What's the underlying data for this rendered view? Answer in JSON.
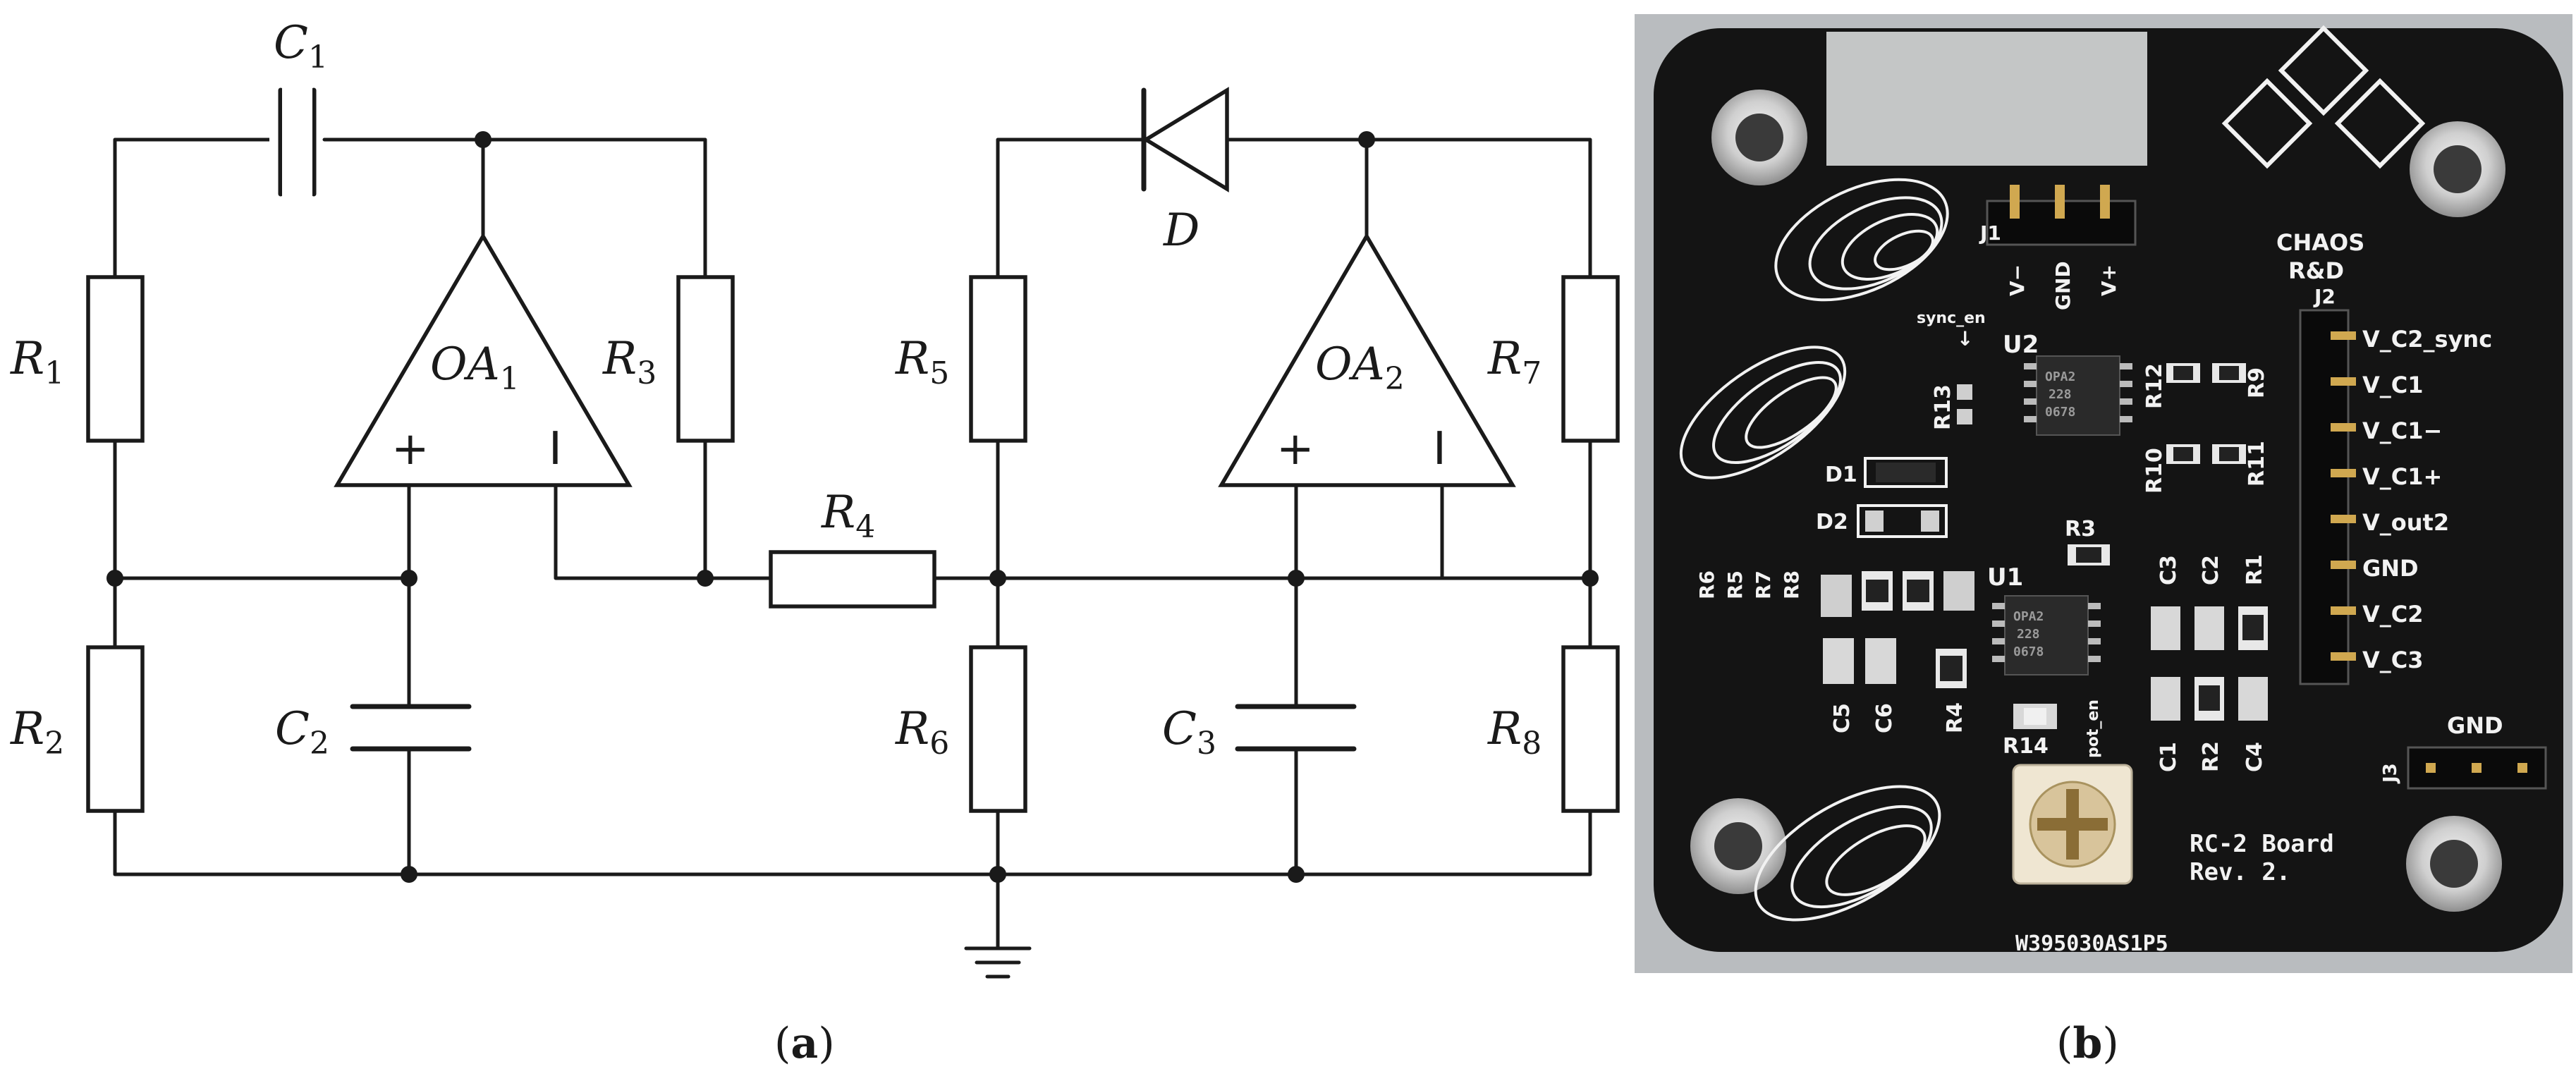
{
  "circuit": {
    "labels": {
      "C1": {
        "base": "C",
        "sub": "1"
      },
      "C2": {
        "base": "C",
        "sub": "2"
      },
      "C3": {
        "base": "C",
        "sub": "3"
      },
      "R1": {
        "base": "R",
        "sub": "1"
      },
      "R2": {
        "base": "R",
        "sub": "2"
      },
      "R3": {
        "base": "R",
        "sub": "3"
      },
      "R4": {
        "base": "R",
        "sub": "4"
      },
      "R5": {
        "base": "R",
        "sub": "5"
      },
      "R6": {
        "base": "R",
        "sub": "6"
      },
      "R7": {
        "base": "R",
        "sub": "7"
      },
      "R8": {
        "base": "R",
        "sub": "8"
      },
      "OA1": {
        "base": "OA",
        "sub": "1"
      },
      "OA2": {
        "base": "OA",
        "sub": "2"
      },
      "D": "D"
    },
    "plus_sign": "+",
    "minus_sign": "I"
  },
  "pcb": {
    "logo_line1": "CHAOS",
    "logo_line2": "R&D",
    "connector_j1": "J1",
    "pins_j1": [
      "V−",
      "GND",
      "V+"
    ],
    "connector_j2": "J2",
    "pins_j2": [
      "V_C2_sync",
      "V_C1",
      "V_C1−",
      "V_C1+",
      "V_out2",
      "GND",
      "V_C2",
      "V_C3"
    ],
    "connector_j3": "J3",
    "j3_label": "GND",
    "sync_en": "sync_en",
    "pot_en": "pot_en",
    "u1": "U1",
    "u2": "U2",
    "refs": [
      "R13",
      "R12",
      "R9",
      "R10",
      "R11",
      "D1",
      "D2",
      "R3",
      "R6",
      "R5",
      "R7",
      "R8",
      "C3",
      "C2",
      "R1",
      "C5",
      "C6",
      "R4",
      "C1",
      "R2",
      "C4",
      "R14"
    ],
    "board_name": "RC-2 Board",
    "board_rev": "Rev. 2.",
    "serial": "W395030AS1P5",
    "chip_text": [
      "OPA2",
      "228",
      "0678"
    ]
  },
  "captions": {
    "a": "(a)",
    "b": "(b)",
    "a_letter": "a",
    "b_letter": "b"
  },
  "colors": {
    "ink": "#1a1a1a",
    "pcb_black": "#141414",
    "silkscreen": "#f2f2f2",
    "pad_silver": "#c9c9c9",
    "photo_bg": "#b9bcbf",
    "pot_body": "#efe6d2",
    "pot_knob": "#d8c49b"
  }
}
